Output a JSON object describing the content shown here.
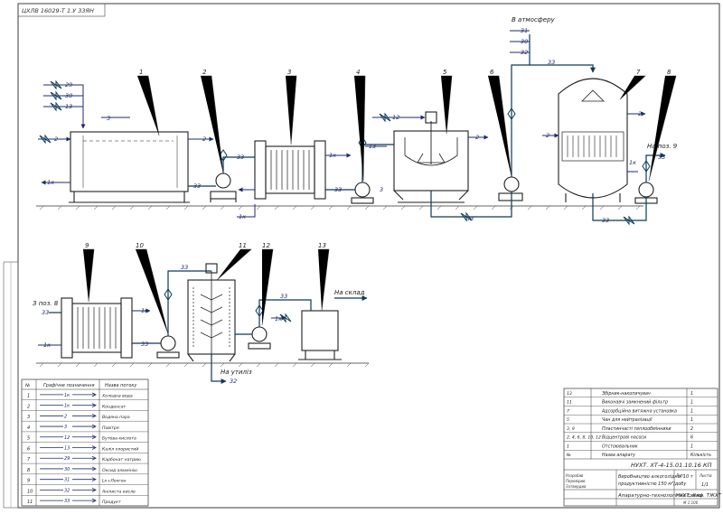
{
  "stamp": "ЦХЛВ 16029-Т 1.У 33ЯН",
  "atmosphere_label": "В атмосферу",
  "to_pos9_label": "На поз. 9",
  "from_pos8_label": "З поз. 8",
  "to_storage_label": "На склад",
  "to_disposal_label": "На утиліз",
  "equipment_numbers": [
    "1",
    "2",
    "3",
    "4",
    "5",
    "6",
    "7",
    "8",
    "9",
    "10",
    "11",
    "12",
    "13"
  ],
  "line_codes": {
    "c1": "1к",
    "c2": "2",
    "c3": "3",
    "c12": "12",
    "c13": "13",
    "c29": "29",
    "c30": "30",
    "c31": "31",
    "c32": "32",
    "c33": "33"
  },
  "legend": {
    "headers": [
      "№",
      "Графічне позначення",
      "Назва потоку"
    ],
    "rows": [
      {
        "n": "1",
        "code": "1к",
        "name": "Холодна вода"
      },
      {
        "n": "2",
        "code": "1к",
        "name": "Конденсат"
      },
      {
        "n": "3",
        "code": "2",
        "name": "Водяна пара"
      },
      {
        "n": "4",
        "code": "3",
        "name": "Повітря"
      },
      {
        "n": "5",
        "code": "12",
        "name": "Бутова кислота"
      },
      {
        "n": "6",
        "code": "13",
        "name": "Каліл хлористий"
      },
      {
        "n": "7",
        "code": "29",
        "name": "Карбонат натрию"
      },
      {
        "n": "8",
        "code": "30",
        "name": "Оксид алюмінію"
      },
      {
        "n": "9",
        "code": "31",
        "name": "Ln+Лохгон"
      },
      {
        "n": "10",
        "code": "32",
        "name": "Анілиста кисле"
      },
      {
        "n": "11",
        "code": "33",
        "name": "Продукт"
      }
    ]
  },
  "spec": {
    "rows": [
      {
        "pos": "13",
        "name": "Збірник-накопичувач",
        "qty": "1"
      },
      {
        "pos": "11",
        "name": "Виконавчі замкнений фільтр",
        "qty": "1"
      },
      {
        "pos": "7",
        "name": "Адсорбційна витяжна установка",
        "qty": "1"
      },
      {
        "pos": "5",
        "name": "Чан для нейтралізації",
        "qty": "1"
      },
      {
        "pos": "3, 9",
        "name": "Пластинчасті теплообмінники",
        "qty": "2"
      },
      {
        "pos": "2, 4, 6, 8, 10, 12",
        "name": "Відцентрові насоси",
        "qty": "6"
      },
      {
        "pos": "1",
        "name": "Отстоювальник",
        "qty": "1"
      },
      {
        "pos": "№",
        "name": "Назва апарату",
        "qty": "Кількість"
      }
    ],
    "doc_code": "НУХТ. ХТ-4-15.01.10.16 КП",
    "title1": "Виробництво алкоголідної 10 т",
    "title2": "продуктивністю 150 м³/добу",
    "sheet_title": "Апаратурно-технологічна схема",
    "org": "НУХТ, Каф. ТЖХТ",
    "sheet_label": "Ліст",
    "sheets_label": "Листів",
    "sheet_no": "1/1",
    "developed": "Розробив",
    "checked": "Перевірив",
    "approved": "Затвердив",
    "scale": "М 1:100"
  }
}
